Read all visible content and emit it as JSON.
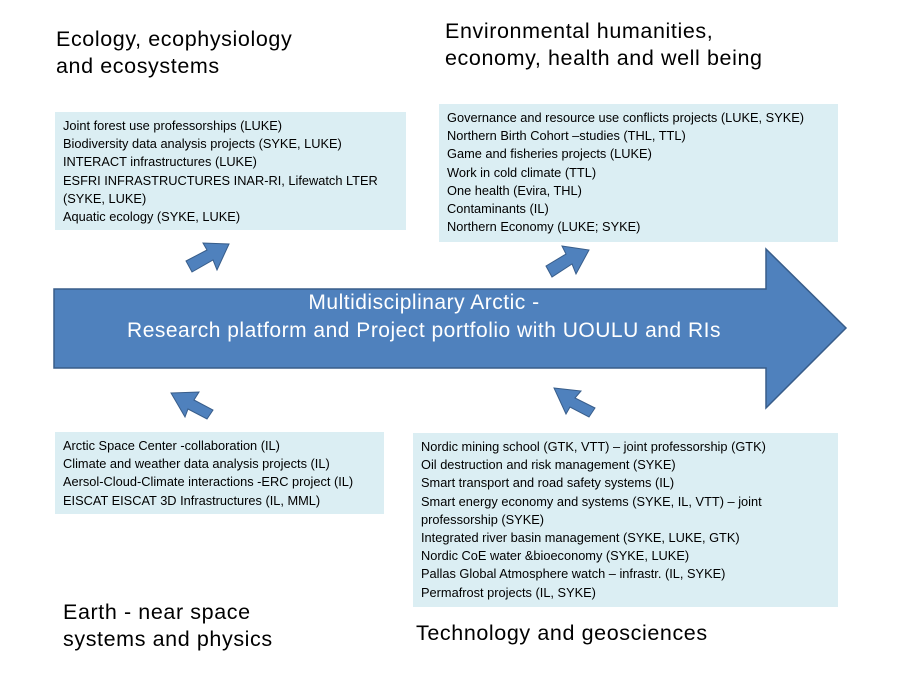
{
  "colors": {
    "arrow_fill": "#4f81bd",
    "arrow_stroke": "#385d8a",
    "box_fill": "#dbeef3",
    "text": "#000000",
    "arrow_text": "#ffffff"
  },
  "central_arrow": {
    "line1": "Multidisciplinary  Arctic -",
    "line2": "Research platform and Project portfolio with UOULU and RIs"
  },
  "quadrants": {
    "top_left": {
      "heading": [
        "Ecology, ecophysiology",
        "and ecosystems"
      ],
      "items": [
        "Joint forest use professorships (LUKE)",
        "Biodiversity data analysis  projects (SYKE, LUKE)",
        "INTERACT infrastructures  (LUKE)",
        "ESFRI INFRASTRUCTURES  INAR-RI, Lifewatch LTER (SYKE, LUKE)",
        "Aquatic ecology (SYKE, LUKE)"
      ]
    },
    "top_right": {
      "heading": [
        "Environmental  humanities,",
        "economy, health  and well being"
      ],
      "items": [
        "Governance and resource use conflicts  projects (LUKE, SYKE)",
        "Northern Birth Cohort –studies (THL, TTL)",
        "Game and fisheries  projects (LUKE)",
        "Work in cold climate  (TTL)",
        "One health (Evira, THL)",
        "Contaminants (IL)",
        "Northern  Economy  (LUKE; SYKE)"
      ]
    },
    "bottom_left": {
      "heading": [
        "Earth  - near space",
        "systems and physics"
      ],
      "items": [
        "Arctic Space Center   -collaboration (IL)",
        "Climate and weather data analysis projects (IL)",
        "Aersol-Cloud-Climate interactions -ERC project (IL)",
        "EISCAT EISCAT 3D Infrastructures (IL, MML)"
      ]
    },
    "bottom_right": {
      "heading": [
        "Technology and geosciences"
      ],
      "items": [
        "Nordic mining school (GTK, VTT) – joint professorship (GTK)",
        "Oil destruction and risk management (SYKE)",
        "Smart transport and road safety systems (IL)",
        "Smart energy economy and systems (SYKE, IL, VTT) – joint professorship (SYKE)",
        "Integrated  river basin management (SYKE, LUKE, GTK)",
        "Nordic CoE water &bioeconomy  (SYKE, LUKE)",
        "Pallas Global Atmosphere watch – infrastr. (IL, SYKE)",
        "Permafrost projects (IL, SYKE)"
      ]
    }
  }
}
